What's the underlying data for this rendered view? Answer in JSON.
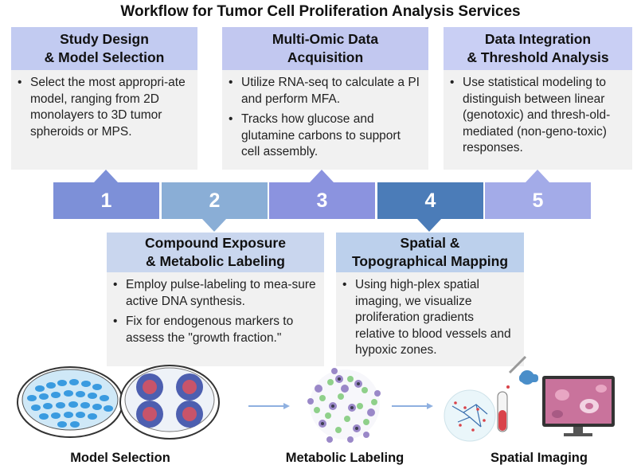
{
  "title": "Workflow for Tumor Cell Proliferation Analysis Services",
  "cards": [
    {
      "id": "study",
      "head": [
        "Study Design",
        "& Model Selection"
      ],
      "bullets": [
        "Select the most appropri-ate model, ranging from 2D monolayers to 3D tumor spheroids or MPS."
      ]
    },
    {
      "id": "omic",
      "head": [
        "Multi-Omic Data",
        "Acquisition"
      ],
      "bullets": [
        "Utilize RNA-seq to calculate a PI and perform MFA.",
        "Tracks how glucose and glutamine carbons to support cell assembly."
      ]
    },
    {
      "id": "integration",
      "head": [
        "Data Integration",
        "& Threshold Analysis"
      ],
      "bullets": [
        "Use statistical modeling to distinguish between linear (genotoxic) and thresh-old-mediated (non-geno-toxic) responses."
      ]
    },
    {
      "id": "exposure",
      "head": [
        "Compound Exposure",
        "& Metabolic Labeling"
      ],
      "bullets": [
        "Employ pulse-labeling to mea-sure active DNA synthesis.",
        "Fix for endogenous markers to assess the \"growth fraction.\""
      ]
    },
    {
      "id": "spatial",
      "head": [
        "Spatial &",
        "Topographical Mapping"
      ],
      "bullets": [
        "Using high-plex spatial imaging, we visualize proliferation gradients relative to blood vessels and hypoxic zones."
      ]
    }
  ],
  "steps": [
    "1",
    "2",
    "3",
    "4",
    "5"
  ],
  "bottom_labels": [
    "Model Selection",
    "Metabolic Labeling",
    "Spatial Imaging"
  ],
  "colors": {
    "step1": "#7b8fd6",
    "step2": "#8aaed6",
    "step3": "#8b93df",
    "step4": "#4a7cb8",
    "step5": "#a2aae8",
    "card_blue_head": "#bfc9f0",
    "card_light_head": "#cdd8ef",
    "card_body": "#f1f1f1"
  }
}
